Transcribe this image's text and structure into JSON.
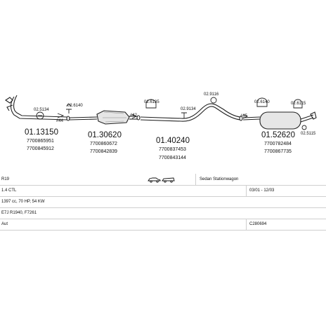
{
  "diagram": {
    "groups": [
      {
        "parts": [
          "01.13150",
          "7700865951",
          "7700845912"
        ],
        "fittings": [
          "02.5134",
          "#44"
        ]
      },
      {
        "parts": [
          "01.30620",
          "7700860672",
          "7700842839"
        ],
        "fittings": [
          "02.6140",
          "#42"
        ]
      },
      {
        "parts": [
          "01.40240",
          "7700837453",
          "7700843144"
        ],
        "fittings": [
          "02.6135",
          "02.9134",
          "02.9116"
        ]
      },
      {
        "parts": [
          "01.52620",
          "7700782484",
          "7700867735"
        ],
        "fittings": [
          "#45",
          "02.6140",
          "02.6115",
          "02.5115"
        ]
      }
    ]
  },
  "info": {
    "model": "R19",
    "body": "Sedan Stationwagon",
    "engine": "1.4 CTL",
    "years": "03/01 - 12/03",
    "capacity": "1397 cc, 70 HP, 54 KW",
    "engine_code": "E7J R1940, F7261",
    "gearbox": "Aut",
    "catalog": "C280694"
  },
  "icons": [
    "sedan-icon",
    "stationwagon-icon"
  ]
}
